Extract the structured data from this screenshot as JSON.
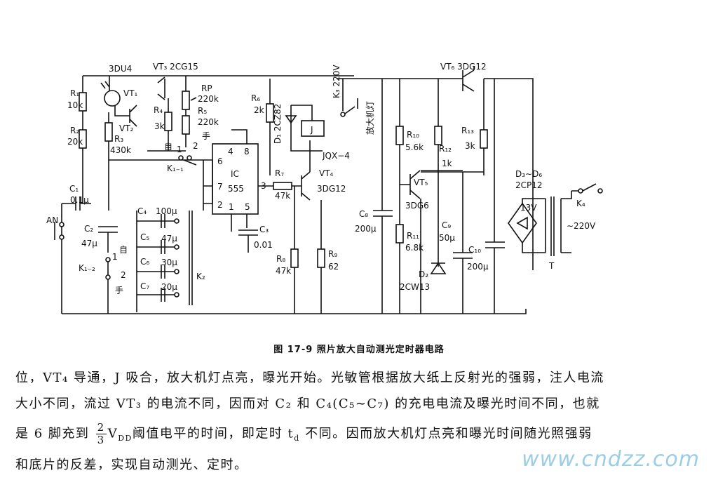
{
  "figure": {
    "caption": "图 17-9   照片放大自动测光定时器电路",
    "labels": {
      "vt_light": "3DU4",
      "vt3": "VT₃ 2CG15",
      "vt6": "VT₆ 3DG12",
      "vt1": "VT₁",
      "vt2": "VT₂",
      "r1": "R₁",
      "r1v": "10k",
      "r2": "R₂",
      "r2v": "20k",
      "r3": "R₃",
      "r3v": "430k",
      "r4": "R₄",
      "r4v": "3k",
      "rp": "RP",
      "rpv": "220k",
      "r5": "R₅",
      "r5v": "220k",
      "shou": "手",
      "two": "2",
      "zi": "自",
      "one": "1",
      "k11": "K₁₋₁",
      "r6": "R₆",
      "r6v": "2k",
      "d1": "D₁ 2CZ82",
      "j": "J",
      "k3": "K₃ 220V",
      "jqx": "JQX−4",
      "lamp": "放大机灯",
      "ic": "IC",
      "ic555": "555",
      "p4": "4",
      "p8": "8",
      "p6": "6",
      "p7": "7",
      "p3": "3",
      "p2": "2",
      "p1": "1",
      "p5": "5",
      "r7": "R₇",
      "r7v": "47k",
      "vt4": "VT₄",
      "vt4t": "3DG12",
      "r8": "R₈",
      "r8v": "47k",
      "r9": "R₉",
      "r9v": "62",
      "c1": "C₁",
      "c1v": "0.1μ",
      "an": "AN",
      "c2": "C₂",
      "c2v": "47μ",
      "k12": "K₁₋₂",
      "zi2": "自",
      "shou2": "手",
      "one2": "1",
      "two2": "2",
      "c4": "C₄",
      "c4v": "100μ",
      "c5": "C₅",
      "c5v": "47μ",
      "c6": "C₆",
      "c6v": "30μ",
      "c7": "C₇",
      "c7v": "20μ",
      "k2": "K₂",
      "c3": "C₃",
      "c3v": "0.01",
      "c8": "C₈",
      "c8v": "200μ",
      "r10": "R₁₀",
      "r10v": "5.6k",
      "r12": "R₁₂",
      "r12v": "1k",
      "r13": "R₁₃",
      "r13v": "3k",
      "vt5": "VT₅",
      "vt5t": "3DG6",
      "r11": "R₁₁",
      "r11v": "6.8k",
      "c9": "C₉",
      "c9v": "50μ",
      "d2": "D₂",
      "d2t": "2CW13",
      "c10": "C₁₀",
      "c10v": "200μ",
      "d36": "D₃∼D₆",
      "d36t": "2CP12",
      "v13": "13V",
      "k4": "K₄",
      "v220": "∼220V",
      "t": "T"
    }
  },
  "text": {
    "line1": "位，VT₄ 导通，J 吸合，放大机灯点亮，曝光开始。光敏管根据放大纸上反射光的强弱，注人电流",
    "line2": "大小不同，流过 VT₃ 的电流不同，因而对 C₂ 和 C₄(C₅∼C₇) 的充电电流及曝光时间不同，也就",
    "line3a": "是 6 脚充到",
    "frac_num": "2",
    "frac_den": "3",
    "line3b": "V",
    "line3sub": "DD",
    "line3c": "阈值电平的时间，即定时 t",
    "line3sub2": "d",
    "line3d": " 不同。因而放大机灯点亮和曝光时间随光照强弱",
    "line4": "和底片的反差，实现自动测光、定时。"
  },
  "watermark": "www.cndzz.com"
}
